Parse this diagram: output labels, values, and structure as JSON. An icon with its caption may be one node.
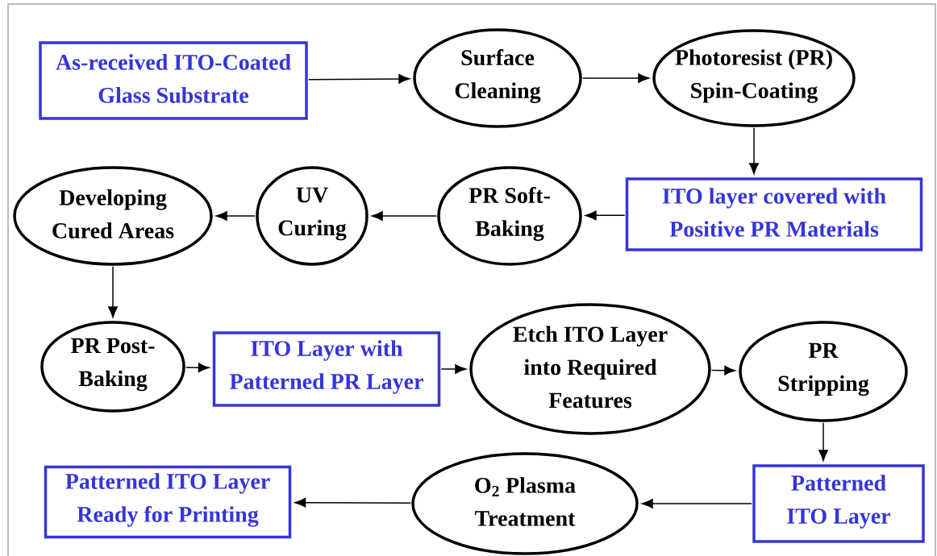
{
  "diagram": {
    "nodes": [
      {
        "text": [
          "As-received ITO-Coated Glass Substrate"
        ]
      },
      {
        "text": [
          "Surface Cleaning"
        ]
      },
      {
        "text": [
          "Photoresist (PR) Spin-Coating"
        ]
      },
      {
        "text": [
          "ITO layer covered with Positive PR Materials"
        ]
      },
      {
        "text": [
          "PR Soft-Baking"
        ]
      },
      {
        "text": [
          "UV Curing"
        ]
      },
      {
        "text": [
          "Developing Cured Areas"
        ]
      },
      {
        "text": [
          "PR Post-Baking"
        ]
      },
      {
        "text": [
          "ITO Layer with Patterned PR Layer"
        ]
      },
      {
        "text": [
          "Etch ITO Layer into Required Features"
        ]
      },
      {
        "text": [
          "PR Stripping"
        ]
      },
      {
        "text": [
          "Patterned ITO Layer"
        ]
      },
      {
        "text": [
          "O$_{2}$ Plasma Treatment"
        ]
      },
      {
        "text": [
          "Patterned ITO Layer Ready for Printing"
        ]
      }
    ],
    "edges": [
      {
        "from": 0,
        "to": 1,
        "arrow": "to"
      },
      {
        "from": 1,
        "to": 2,
        "arrow": "to"
      },
      {
        "from": 2,
        "to": 3,
        "arrow": "to"
      },
      {
        "from": 3,
        "to": 4,
        "arrow": "to"
      },
      {
        "from": 4,
        "to": 5,
        "arrow": "to"
      },
      {
        "from": 5,
        "to": 6,
        "arrow": "to"
      },
      {
        "from": 6,
        "to": 7,
        "arrow": "to"
      },
      {
        "from": 7,
        "to": 8,
        "arrow": "to"
      },
      {
        "from": 8,
        "to": 9,
        "arrow": "to"
      },
      {
        "from": 9,
        "to": 10,
        "arrow": "to"
      },
      {
        "from": 10,
        "to": 11,
        "arrow": "to"
      },
      {
        "from": 11,
        "to": 12,
        "arrow": "to"
      },
      {
        "from": 12,
        "to": 13,
        "arrow": "to"
      }
    ]
  }
}
